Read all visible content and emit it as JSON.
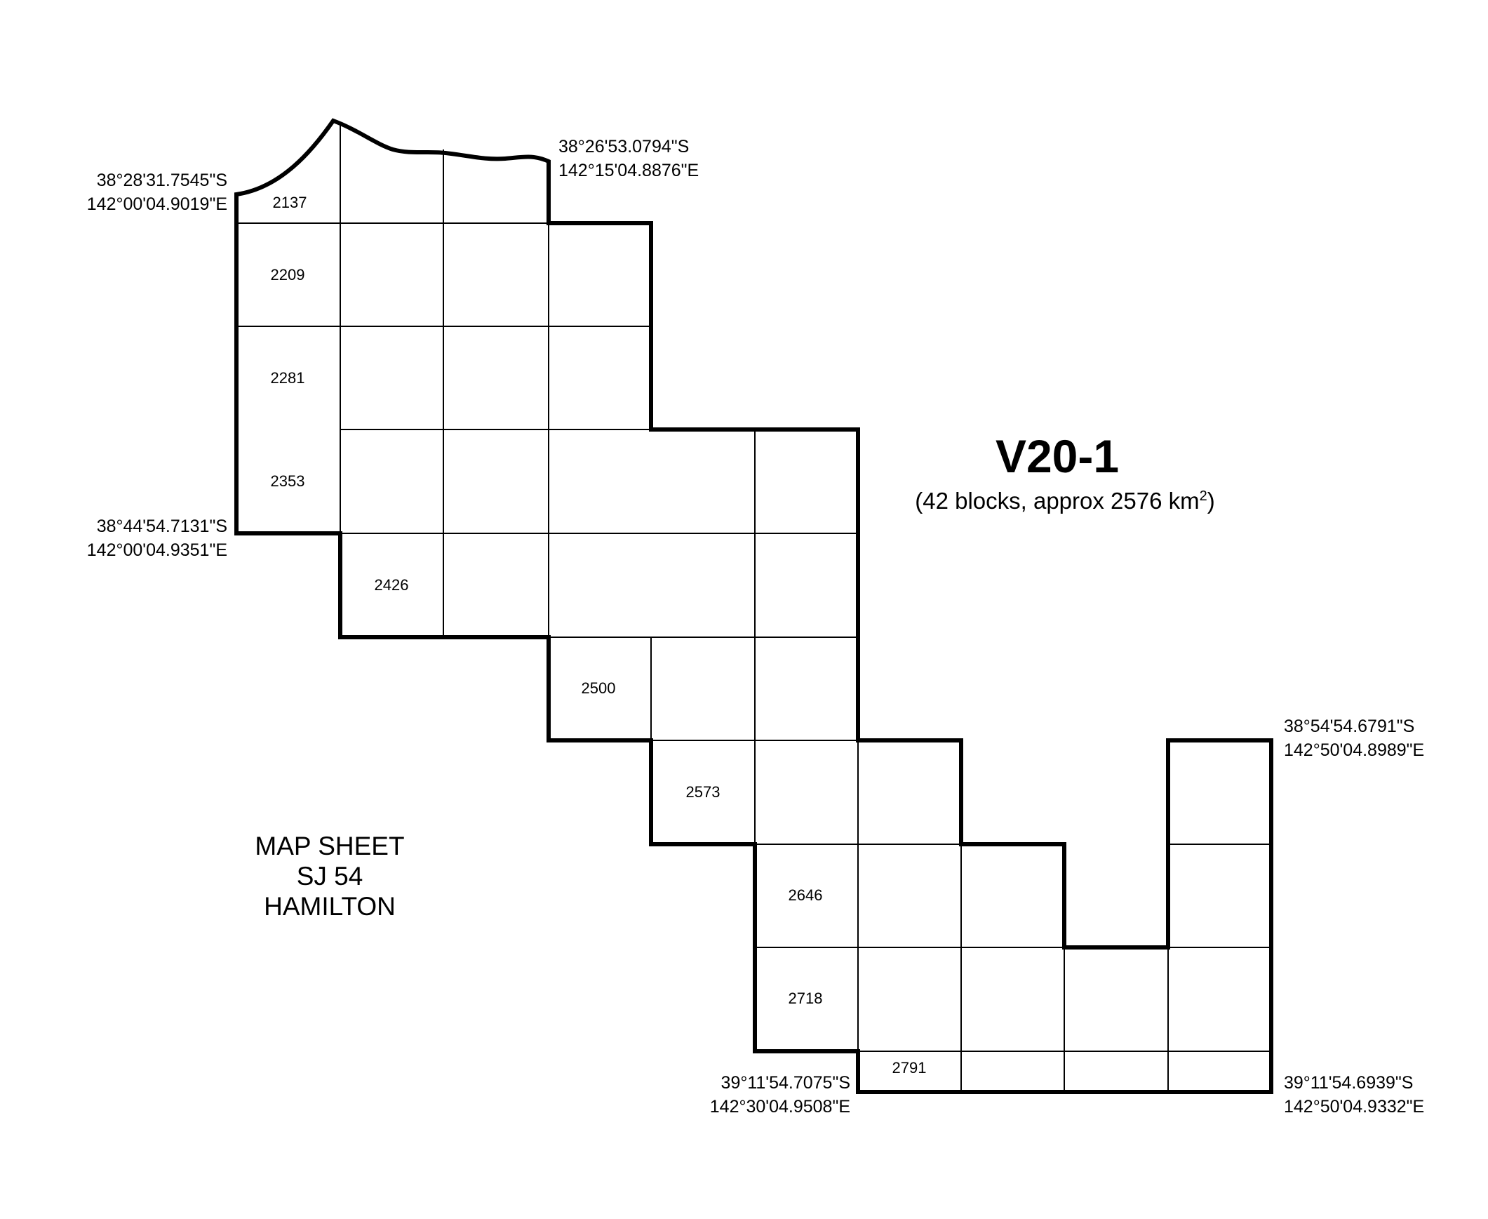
{
  "title": "V20-1",
  "subtitle": {
    "text": "(42 blocks, approx 2576 km",
    "superscript": "2",
    "suffix": ")"
  },
  "map_sheet": {
    "line1": "MAP SHEET",
    "line2": "SJ 54",
    "line3": "HAMILTON"
  },
  "block_labels": {
    "b2137": "2137",
    "b2209": "2209",
    "b2281": "2281",
    "b2353": "2353",
    "b2426": "2426",
    "b2500": "2500",
    "b2573": "2573",
    "b2646": "2646",
    "b2718": "2718",
    "b2791": "2791"
  },
  "corners": {
    "top_left": {
      "lat": "38°28'31.7545\"S",
      "lon": "142°00'04.9019\"E"
    },
    "top_right": {
      "lat": "38°26'53.0794\"S",
      "lon": "142°15'04.8876\"E"
    },
    "mid_left": {
      "lat": "38°44'54.7131\"S",
      "lon": "142°00'04.9351\"E"
    },
    "east_top": {
      "lat": "38°54'54.6791\"S",
      "lon": "142°50'04.8989\"E"
    },
    "bottom_left": {
      "lat": "39°11'54.7075\"S",
      "lon": "142°30'04.9508\"E"
    },
    "bottom_right": {
      "lat": "39°11'54.6939\"S",
      "lon": "142°50'04.9332\"E"
    }
  },
  "colors": {
    "ink": "#000000",
    "background": "#ffffff"
  }
}
